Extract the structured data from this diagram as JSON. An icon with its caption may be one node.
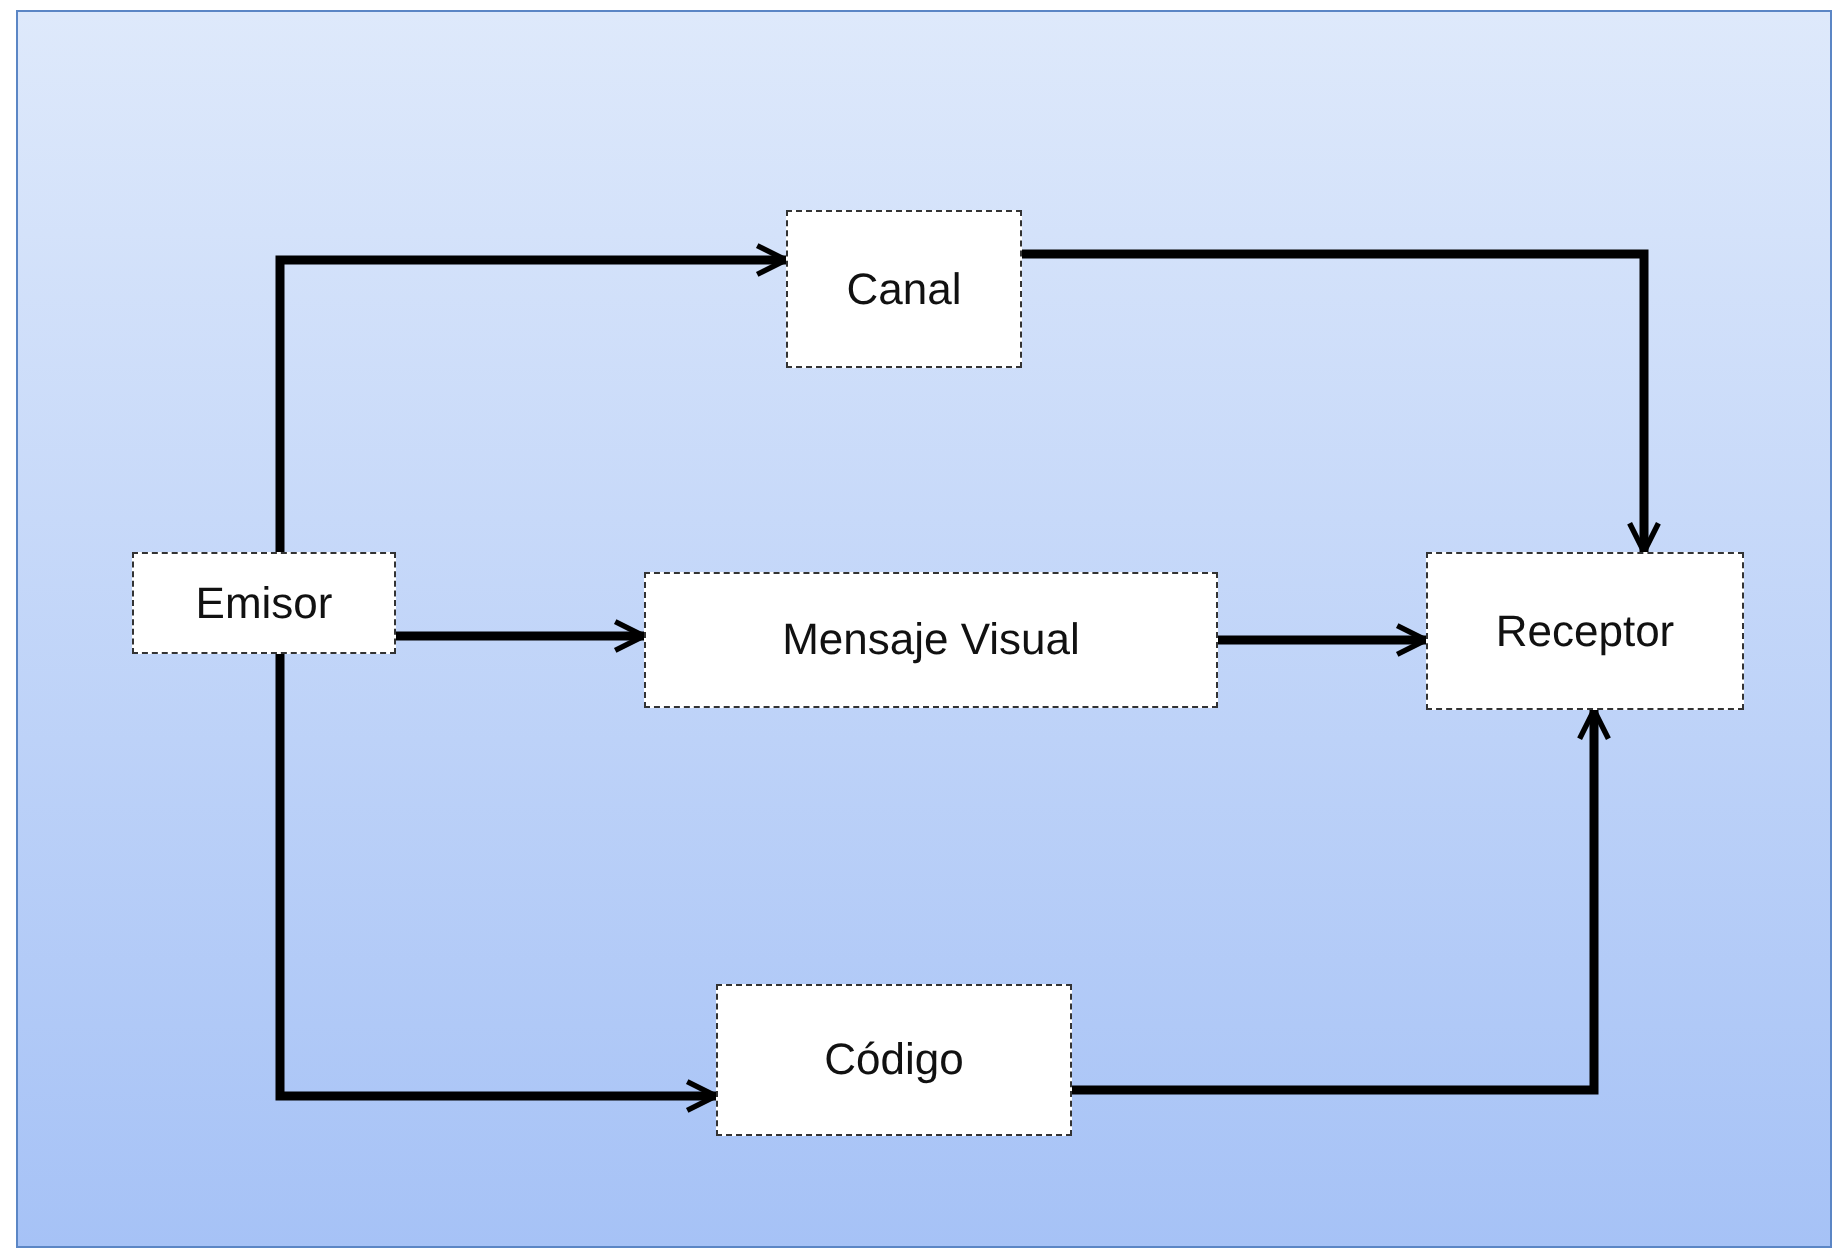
{
  "diagram": {
    "nodes": [
      {
        "text": [
          "Emisor"
        ]
      },
      {
        "text": [
          "Canal"
        ]
      },
      {
        "text": [
          "Mensaje Visual"
        ]
      },
      {
        "text": [
          "Receptor"
        ]
      },
      {
        "text": [
          "Código"
        ]
      }
    ],
    "edges": [
      {
        "from": 0,
        "to": 1,
        "arrow": "to"
      },
      {
        "from": 1,
        "to": 3,
        "arrow": "to"
      },
      {
        "from": 0,
        "to": 2,
        "arrow": "to"
      },
      {
        "from": 2,
        "to": 3,
        "arrow": "to"
      },
      {
        "from": 0,
        "to": 4,
        "arrow": "to"
      },
      {
        "from": 4,
        "to": 3,
        "arrow": "to"
      }
    ]
  }
}
